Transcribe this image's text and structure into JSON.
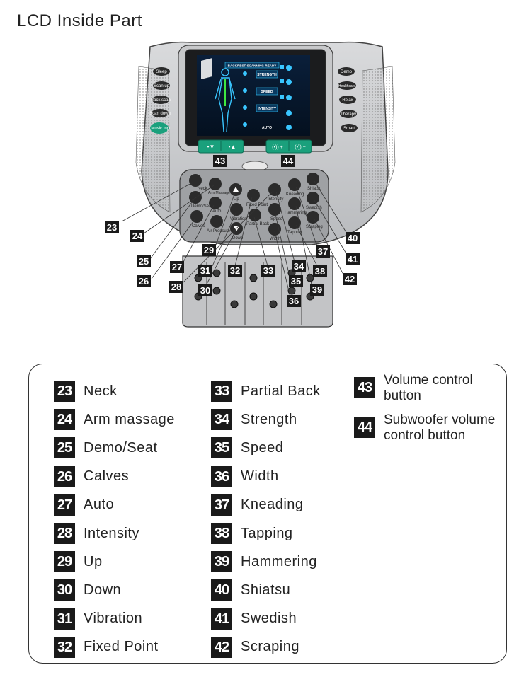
{
  "title": "LCD  Inside Part",
  "device": {
    "left_buttons": [
      "Sleep",
      "Scan up",
      "Back scan",
      "Scan down",
      "Music Inpt"
    ],
    "right_buttons": [
      "Demo",
      "Healthcare",
      "Relax",
      "Therapy",
      "Smart"
    ],
    "lcd": {
      "status": "BACKREST SCANNING READY",
      "meters": [
        "STRENGTH",
        "SPEED",
        "INTENSITY"
      ],
      "auto": "AUTO"
    },
    "volume_buttons": [
      "•▼",
      "•▲"
    ],
    "subwoofer_buttons": [
      "(•)) +",
      "(•)) −"
    ],
    "panel_labels": {
      "neck": "Neck",
      "arm": "Arm Massage",
      "demo_seat": "Demo/Seat",
      "auto": "Auto",
      "calves": "Calves",
      "air": "Air Pressure",
      "up": "Up",
      "fixed": "Fixed Point",
      "vibration": "Vibration",
      "partial": "Partial Back",
      "down": "Down",
      "intensity": "Intensity",
      "speed": "Speed",
      "width": "Width",
      "kneading": "Kneading",
      "hammering": "Hammering",
      "tapping": "Tapping",
      "shiatsu": "Shiatsu",
      "swedish": "Swedish",
      "scraping": "Scraping"
    },
    "callouts": [
      "23",
      "24",
      "25",
      "26",
      "27",
      "28",
      "29",
      "30",
      "31",
      "32",
      "33",
      "34",
      "35",
      "36",
      "37",
      "38",
      "39",
      "40",
      "41",
      "42",
      "43",
      "44"
    ]
  },
  "legend": {
    "col1": [
      {
        "num": "23",
        "label": "Neck"
      },
      {
        "num": "24",
        "label": "Arm massage"
      },
      {
        "num": "25",
        "label": "Demo/Seat"
      },
      {
        "num": "26",
        "label": "Calves"
      },
      {
        "num": "27",
        "label": "Auto"
      },
      {
        "num": "28",
        "label": "Intensity"
      },
      {
        "num": "29",
        "label": "Up"
      },
      {
        "num": "30",
        "label": "Down"
      },
      {
        "num": "31",
        "label": "Vibration"
      },
      {
        "num": "32",
        "label": "Fixed Point"
      }
    ],
    "col2": [
      {
        "num": "33",
        "label": "Partial Back"
      },
      {
        "num": "34",
        "label": "Strength"
      },
      {
        "num": "35",
        "label": "Speed"
      },
      {
        "num": "36",
        "label": "Width"
      },
      {
        "num": "37",
        "label": "Kneading"
      },
      {
        "num": "38",
        "label": "Tapping"
      },
      {
        "num": "39",
        "label": "Hammering"
      },
      {
        "num": "40",
        "label": "Shiatsu"
      },
      {
        "num": "41",
        "label": "Swedish"
      },
      {
        "num": "42",
        "label": "Scraping"
      }
    ],
    "col3": [
      {
        "num": "43",
        "label": "Volume control button"
      },
      {
        "num": "44",
        "label": "Subwoofer volume control button"
      }
    ]
  }
}
